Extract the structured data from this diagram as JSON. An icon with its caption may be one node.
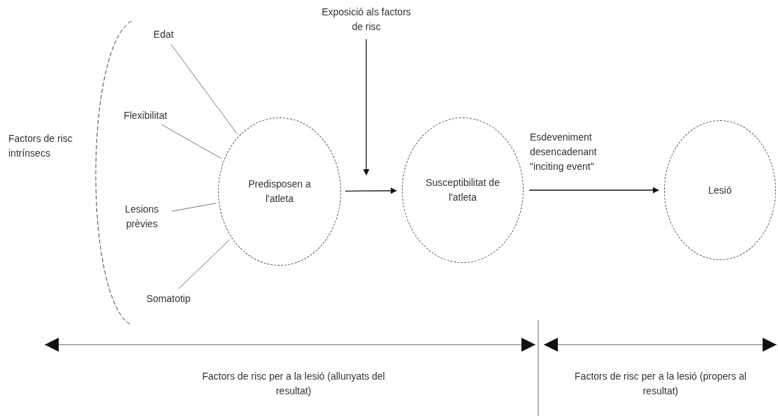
{
  "diagram": {
    "nodes": [
      {
        "text": [
          "Edat"
        ]
      },
      {
        "text": [
          "Flexibilitat"
        ]
      },
      {
        "text": [
          "Lesions prèvies"
        ]
      },
      {
        "text": [
          "Somatotip"
        ]
      },
      {
        "text": [
          "Predisposen a l'atleta"
        ]
      },
      {
        "text": [
          "Susceptibilitat de l'atleta"
        ]
      },
      {
        "text": [
          "Lesió"
        ]
      },
      {
        "text": [
          "Exposició als factors de risc"
        ]
      }
    ],
    "edges": [
      {
        "from": 0,
        "to": 4,
        "arrow": "none"
      },
      {
        "from": 1,
        "to": 4,
        "arrow": "none"
      },
      {
        "from": 2,
        "to": 4,
        "arrow": "none"
      },
      {
        "from": 3,
        "to": 4,
        "arrow": "none"
      },
      {
        "from": 4,
        "to": 5,
        "arrow": "to"
      },
      {
        "from": 5,
        "to": 6,
        "arrow": "to",
        "label": "Esdeveniment desencadenant \"inciting event\""
      },
      {
        "from": 7,
        "to": null,
        "arrow": "to"
      }
    ],
    "labels": [
      "Factors de risc intrínsecs",
      "Factors de risc per a la lesió (allunyats del resultat)",
      "Factors de risc per a la lesió (propers al resultat)"
    ]
  }
}
